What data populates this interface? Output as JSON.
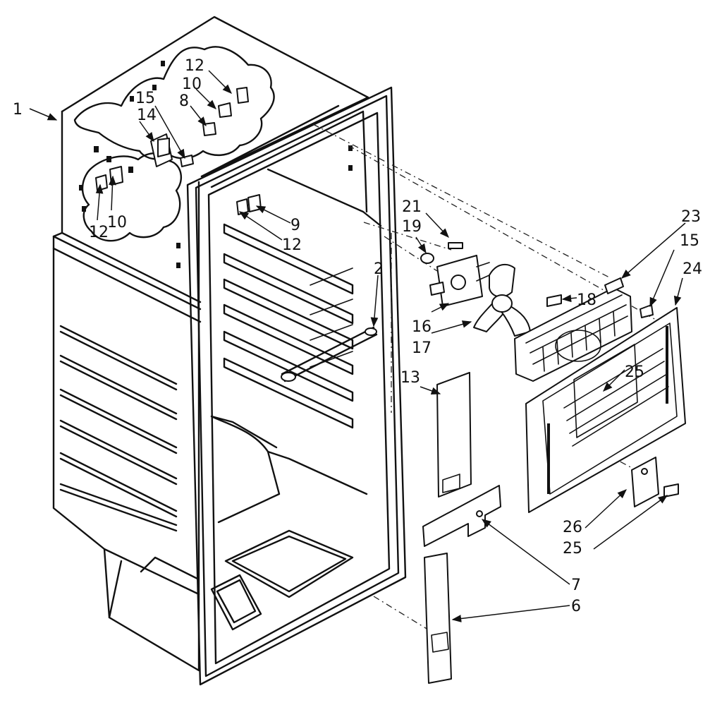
{
  "diagram": {
    "labels": {
      "l1": "1",
      "l2": "2",
      "l6": "6",
      "l7": "7",
      "l8": "8",
      "l9": "9",
      "l10a": "10",
      "l10b": "10",
      "l12a": "12",
      "l12b": "12",
      "l12c": "12",
      "l13": "13",
      "l14": "14",
      "l15a": "15",
      "l15b": "15",
      "l16": "16",
      "l17": "17",
      "l18": "18",
      "l19": "19",
      "l21": "21",
      "l23": "23",
      "l24": "24",
      "l25a": "25",
      "l25b": "25",
      "l26": "26"
    }
  }
}
